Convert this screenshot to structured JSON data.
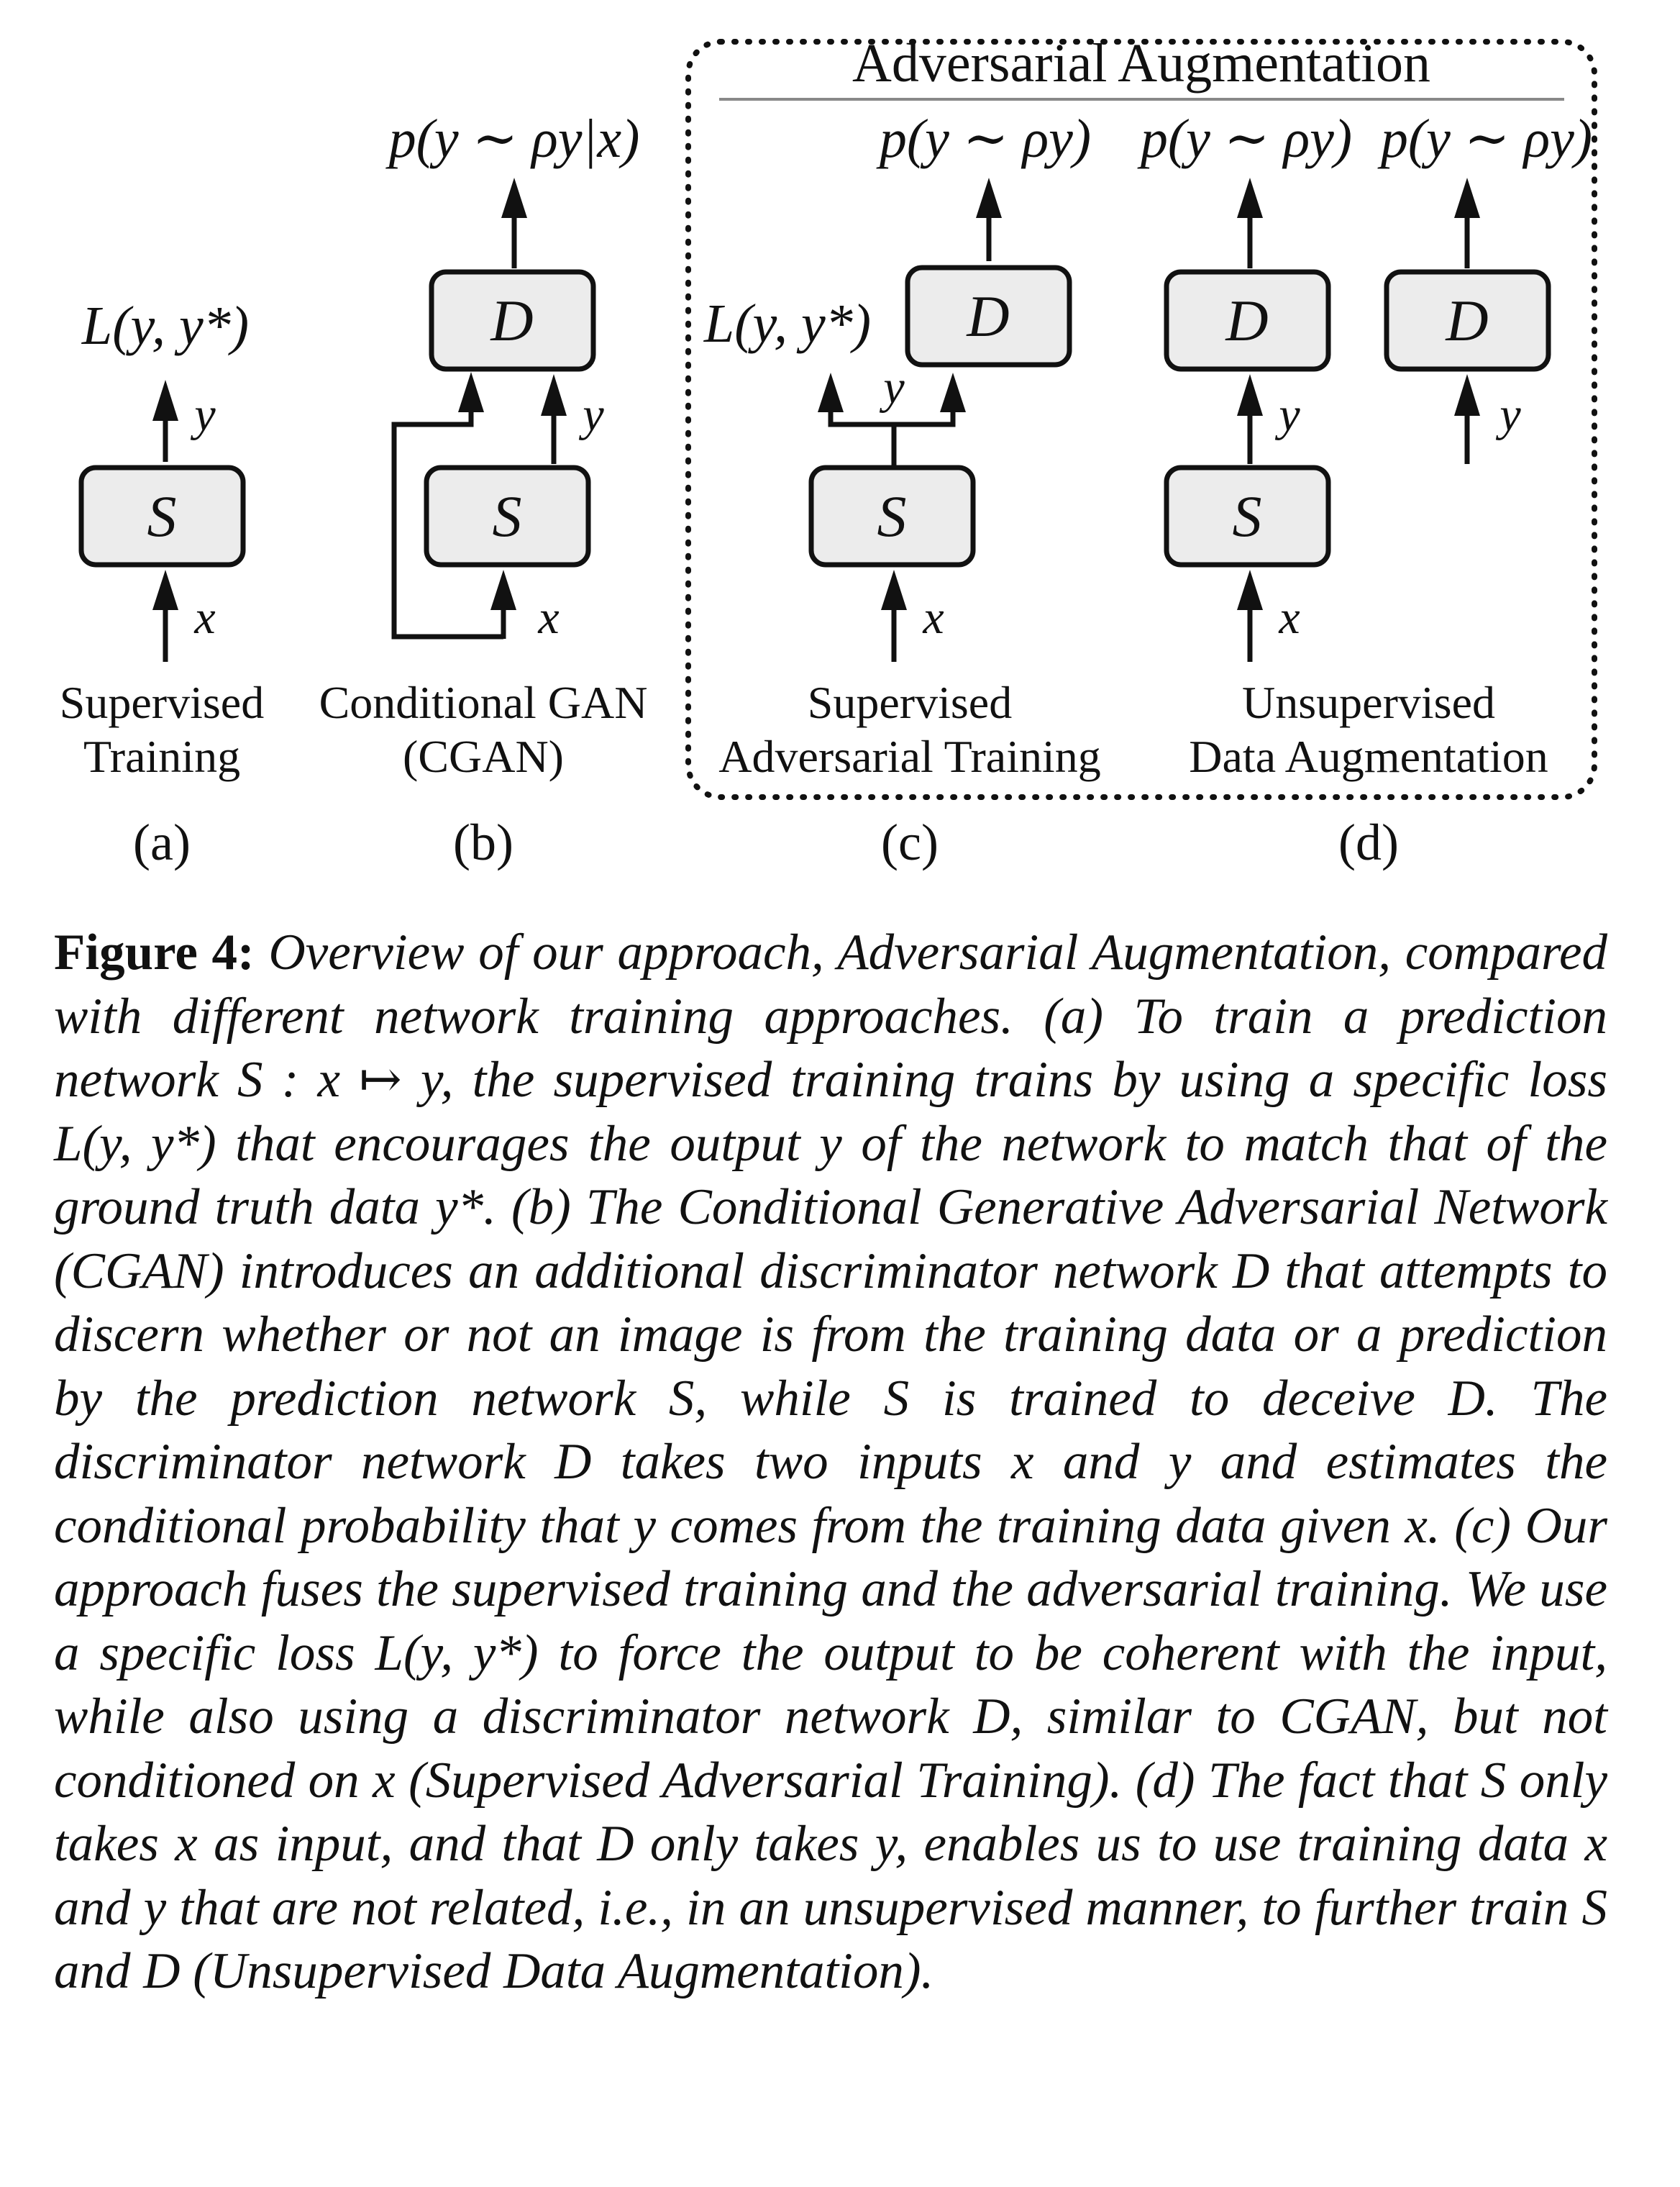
{
  "group_title": "Adversarial Augmentation",
  "panels": {
    "a": {
      "name_line1": "Supervised",
      "name_line2": "Training",
      "letter": "(a)",
      "output": "L(y, y*)",
      "box": "S",
      "out_label": "y",
      "in_label": "x"
    },
    "b": {
      "name_line1": "Conditional GAN",
      "name_line2": "(CGAN)",
      "letter": "(b)",
      "output": "p(y ∼ ρy|x)",
      "box_top": "D",
      "box_bottom": "S",
      "out_label": "y",
      "in_label": "x"
    },
    "c": {
      "name_line1": "Supervised",
      "name_line2": "Adversarial Training",
      "letter": "(c)",
      "output_loss": "L(y, y*)",
      "output_prob": "p(y ∼ ρy)",
      "box_top": "D",
      "box_bottom": "S",
      "out_label": "y",
      "in_label": "x"
    },
    "d": {
      "name_line1": "Unsupervised",
      "name_line2": "Data Augmentation",
      "letter": "(d)",
      "output_prob_1": "p(y ∼ ρy)",
      "output_prob_2": "p(y ∼ ρy)",
      "box_top_1": "D",
      "box_top_2": "D",
      "box_bottom": "S",
      "out_label_1": "y",
      "out_label_2": "y",
      "in_label": "x"
    }
  },
  "caption": {
    "label": "Figure 4:",
    "text": "Overview of our approach, Adversarial Augmentation, compared with different network training approaches. (a) To train a prediction network S : x ↦ y, the supervised training trains by using a specific loss L(y, y*) that encourages the output y of the network to match that of the ground truth data y*. (b) The Conditional Generative Adversarial Network (CGAN) introduces an additional discriminator network D that attempts to discern whether or not an image is from the training data or a prediction by the prediction network S, while S is trained to deceive D. The discriminator network D takes two inputs x and y and estimates the conditional probability that y comes from the training data given x. (c) Our approach fuses the supervised training and the adversarial training. We use a specific loss L(y, y*) to force the output to be coherent with the input, while also using a discriminator network D, similar to CGAN, but not conditioned on x (Supervised Adversarial Training). (d) The fact that S only takes x as input, and that D only takes y, enables us to use training data x and y that are not related, i.e., in an unsupervised manner, to further train S and D (Unsupervised Data Augmentation)."
  }
}
